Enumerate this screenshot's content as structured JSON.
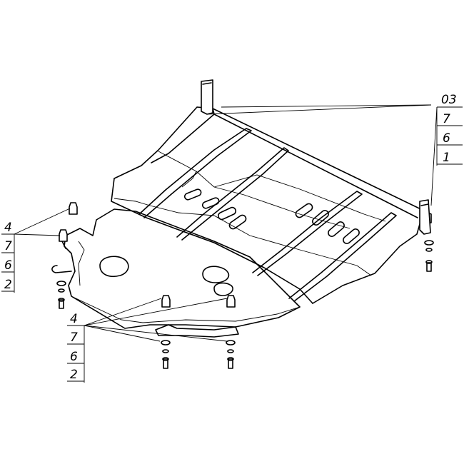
{
  "callouts": {
    "right": [
      "03",
      "7",
      "6",
      "1"
    ],
    "left": [
      "4",
      "7",
      "6",
      "2"
    ],
    "bottom": [
      "4",
      "7",
      "6",
      "2"
    ]
  }
}
